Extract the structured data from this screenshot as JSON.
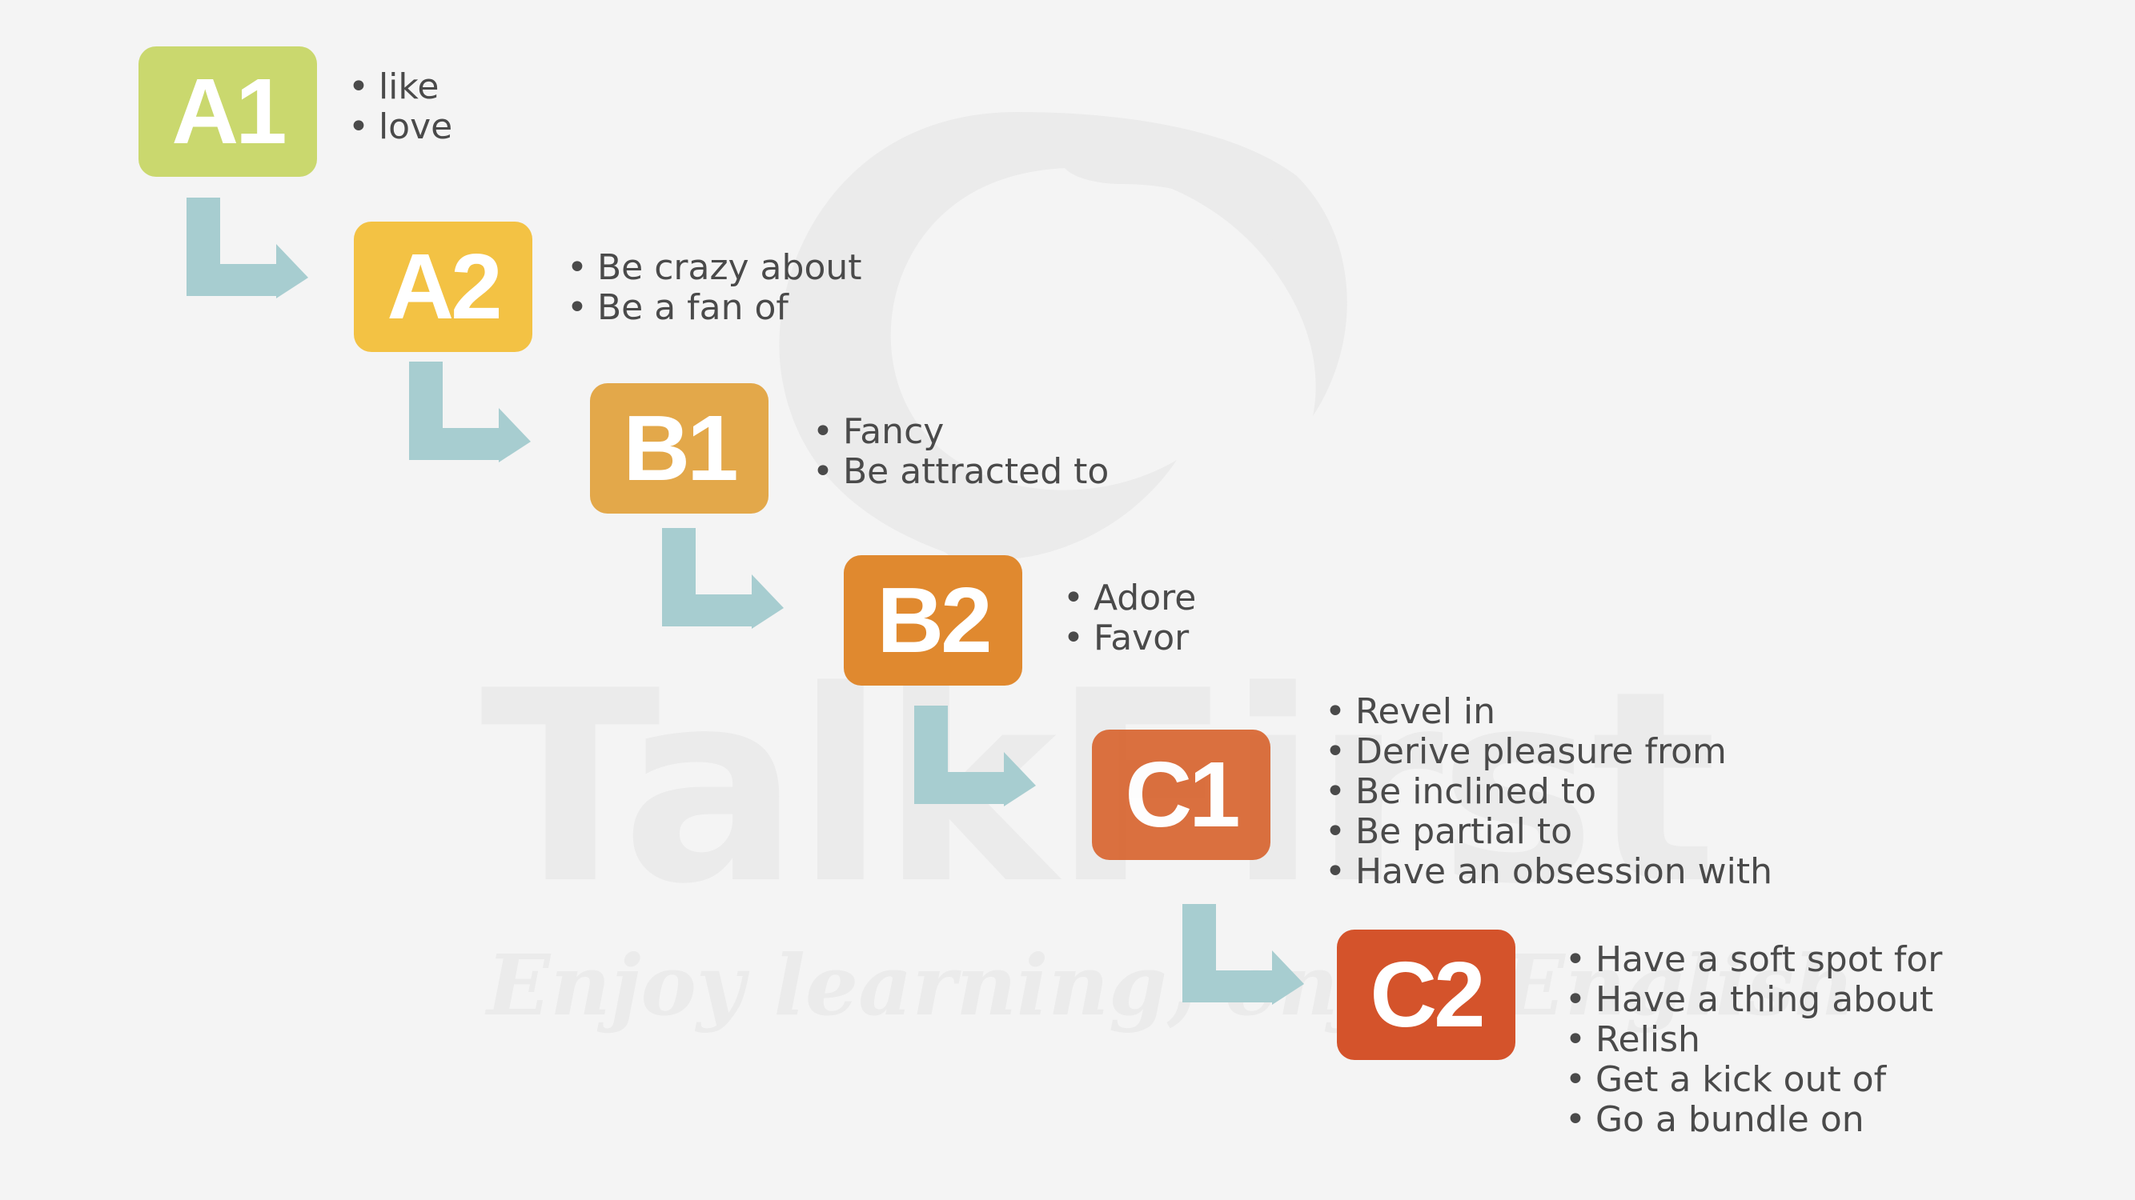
{
  "watermark": {
    "brand": "TalkFirst",
    "tagline": "Enjoy learning, enjoy English"
  },
  "colors": {
    "A1": "#cad86e",
    "A2": "#f3c244",
    "B1": "#e3a84a",
    "B2": "#e0892f",
    "C1": "#d86530",
    "C2": "#d4532b",
    "arrow": "#a7cdd0"
  },
  "levels": [
    {
      "code": "A1",
      "items": [
        "like",
        "love"
      ]
    },
    {
      "code": "A2",
      "items": [
        "Be crazy about",
        "Be a fan of"
      ]
    },
    {
      "code": "B1",
      "items": [
        "Fancy",
        "Be attracted to"
      ]
    },
    {
      "code": "B2",
      "items": [
        "Adore",
        "Favor"
      ]
    },
    {
      "code": "C1",
      "items": [
        "Revel in",
        "Derive pleasure from",
        "Be inclined to",
        "Be partial to",
        "Have an obsession with"
      ]
    },
    {
      "code": "C2",
      "items": [
        "Have a soft spot for",
        "Have a thing about",
        "Relish",
        "Get a kick out of",
        "Go a bundle on"
      ]
    }
  ]
}
